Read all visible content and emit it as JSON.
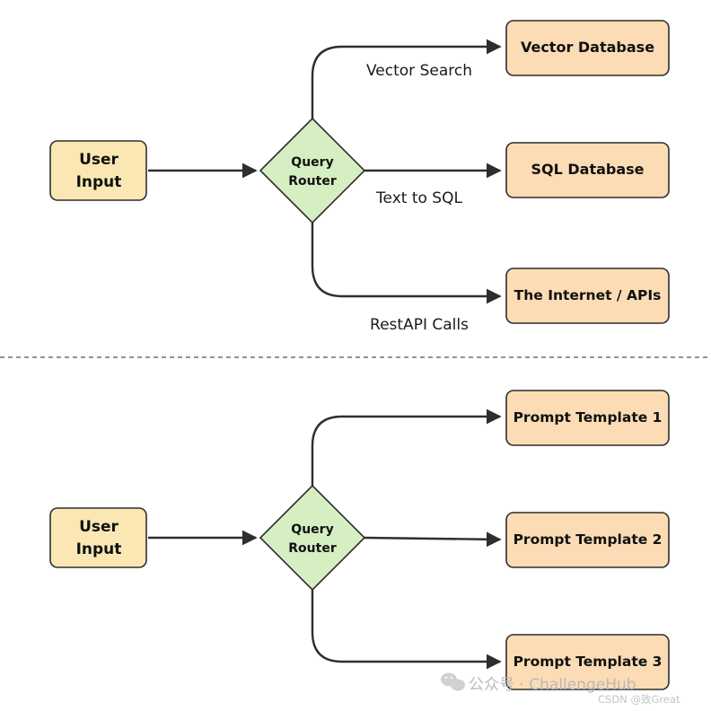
{
  "colors": {
    "input_fill": "#fbe7b3",
    "router_fill": "#d5efc2",
    "target_fill": "#fbdcb4",
    "stroke": "#2e2e2e",
    "divider": "#555555"
  },
  "top": {
    "user_input": [
      "User",
      "Input"
    ],
    "router": [
      "Query",
      "Router"
    ],
    "targets": [
      "Vector Database",
      "SQL Database",
      "The Internet / APIs"
    ],
    "edge_labels": [
      "Vector Search",
      "Text to SQL",
      "RestAPI Calls"
    ]
  },
  "bottom": {
    "user_input": [
      "User",
      "Input"
    ],
    "router": [
      "Query",
      "Router"
    ],
    "targets": [
      "Prompt Template 1",
      "Prompt Template 2",
      "Prompt Template 3"
    ]
  },
  "watermark": {
    "line1": "公众号 · ChallengeHub",
    "line2": "CSDN @致Great"
  }
}
